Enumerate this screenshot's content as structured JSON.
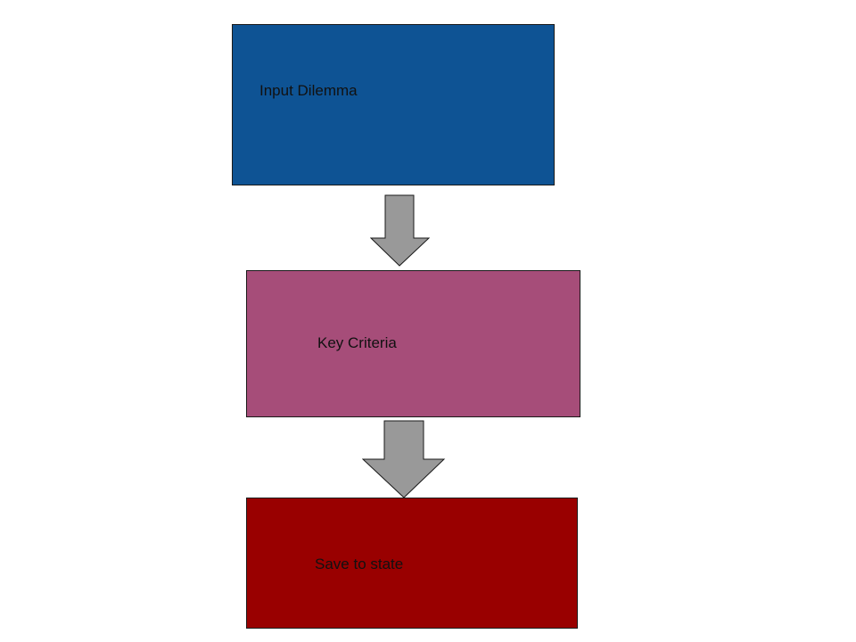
{
  "diagram": {
    "nodes": [
      {
        "id": "input-dilemma",
        "label": "Input Dilemma",
        "color": "#0e5394"
      },
      {
        "id": "key-criteria",
        "label": "Key Criteria",
        "color": "#a64d79"
      },
      {
        "id": "save-to-state",
        "label": "Save to state",
        "color": "#990000"
      }
    ],
    "edges": [
      {
        "from": "input-dilemma",
        "to": "key-criteria"
      },
      {
        "from": "key-criteria",
        "to": "save-to-state"
      }
    ],
    "arrow_color": "#999999"
  }
}
